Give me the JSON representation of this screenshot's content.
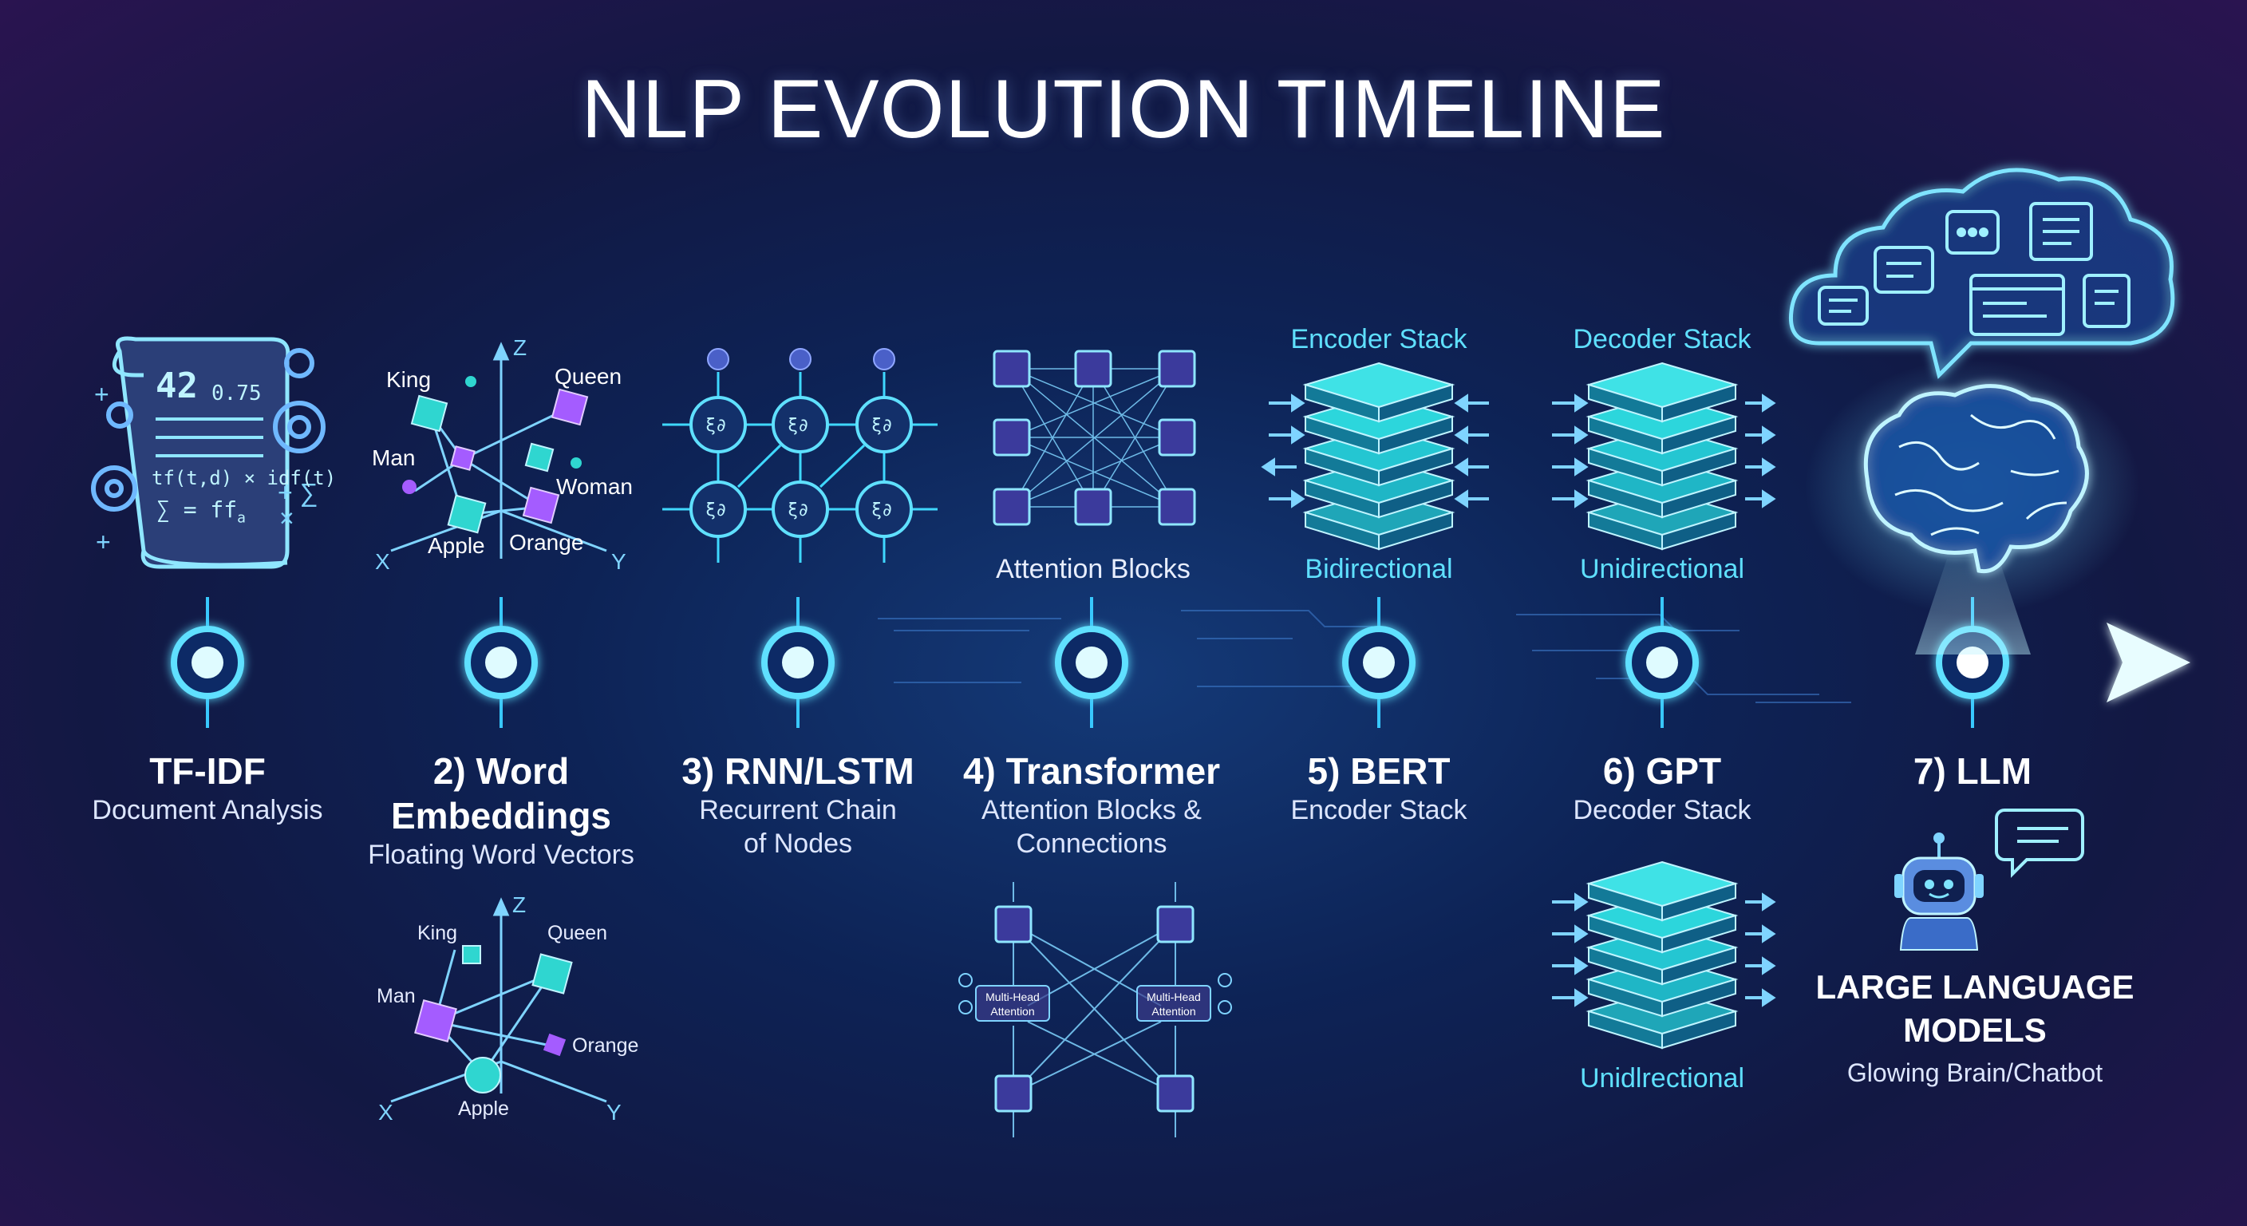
{
  "title": "NLP EVOLUTION TIMELINE",
  "stages": [
    {
      "title": "TF-IDF",
      "subtitle": "Document Analysis"
    },
    {
      "title": "2) Word Embeddings",
      "subtitle": "Floating Word Vectors"
    },
    {
      "title": "3) RNN/LSTM",
      "subtitle": "Recurrent Chain of Nodes"
    },
    {
      "title": "4) Transformer",
      "subtitle": "Attention Blocks & Connections"
    },
    {
      "title": "5) BERT",
      "subtitle": "Encoder Stack"
    },
    {
      "title": "6) GPT",
      "subtitle": "Decoder Stack"
    },
    {
      "title": "7) LLM",
      "subtitle": ""
    }
  ],
  "tfidf": {
    "number": "42",
    "score": "0.75",
    "formula": "tf(t,d) × idf(t)",
    "formula2": "∑ = ff",
    "formula2_sub": "a"
  },
  "embeddings_top": {
    "king": "King",
    "queen": "Queen",
    "man": "Man",
    "woman": "Woman",
    "apple": "Apple",
    "orange": "Orange",
    "axis_x": "X",
    "axis_y": "Y",
    "axis_z": "Z"
  },
  "embeddings_bottom": {
    "king": "King",
    "queen": "Queen",
    "man": "Man",
    "orange": "Orange",
    "apple": "Apple",
    "axis_x": "X",
    "axis_y": "Y",
    "axis_z": "Z"
  },
  "transformer": {
    "top_caption": "Attention Blocks",
    "mha_left": "Multi-Head Attention",
    "mha_right": "Multi-Head Attention"
  },
  "bert": {
    "top_caption": "Encoder Stack",
    "bottom_caption": "Bidirectional"
  },
  "gpt": {
    "top_caption": "Decoder Stack",
    "bottom_caption": "Unidirectional",
    "lower_caption": "Unidlrectional"
  },
  "llm": {
    "heading": "LARGE LANGUAGE MODELS",
    "subheading": "Glowing Brain/Chatbot"
  },
  "colors": {
    "accent_cyan": "#3fd8ff",
    "accent_purple": "#a45cff",
    "timeline_blue": "#4a7dff",
    "stack_teal": "#2fd6d0"
  },
  "icons": [
    "document-scroll-icon",
    "gear-icon",
    "cube-icon",
    "neuron-node-icon",
    "attention-block-icon",
    "layer-stack-icon",
    "cloud-icon",
    "chat-bubble-icon",
    "brain-icon",
    "robot-icon",
    "document-icon"
  ]
}
